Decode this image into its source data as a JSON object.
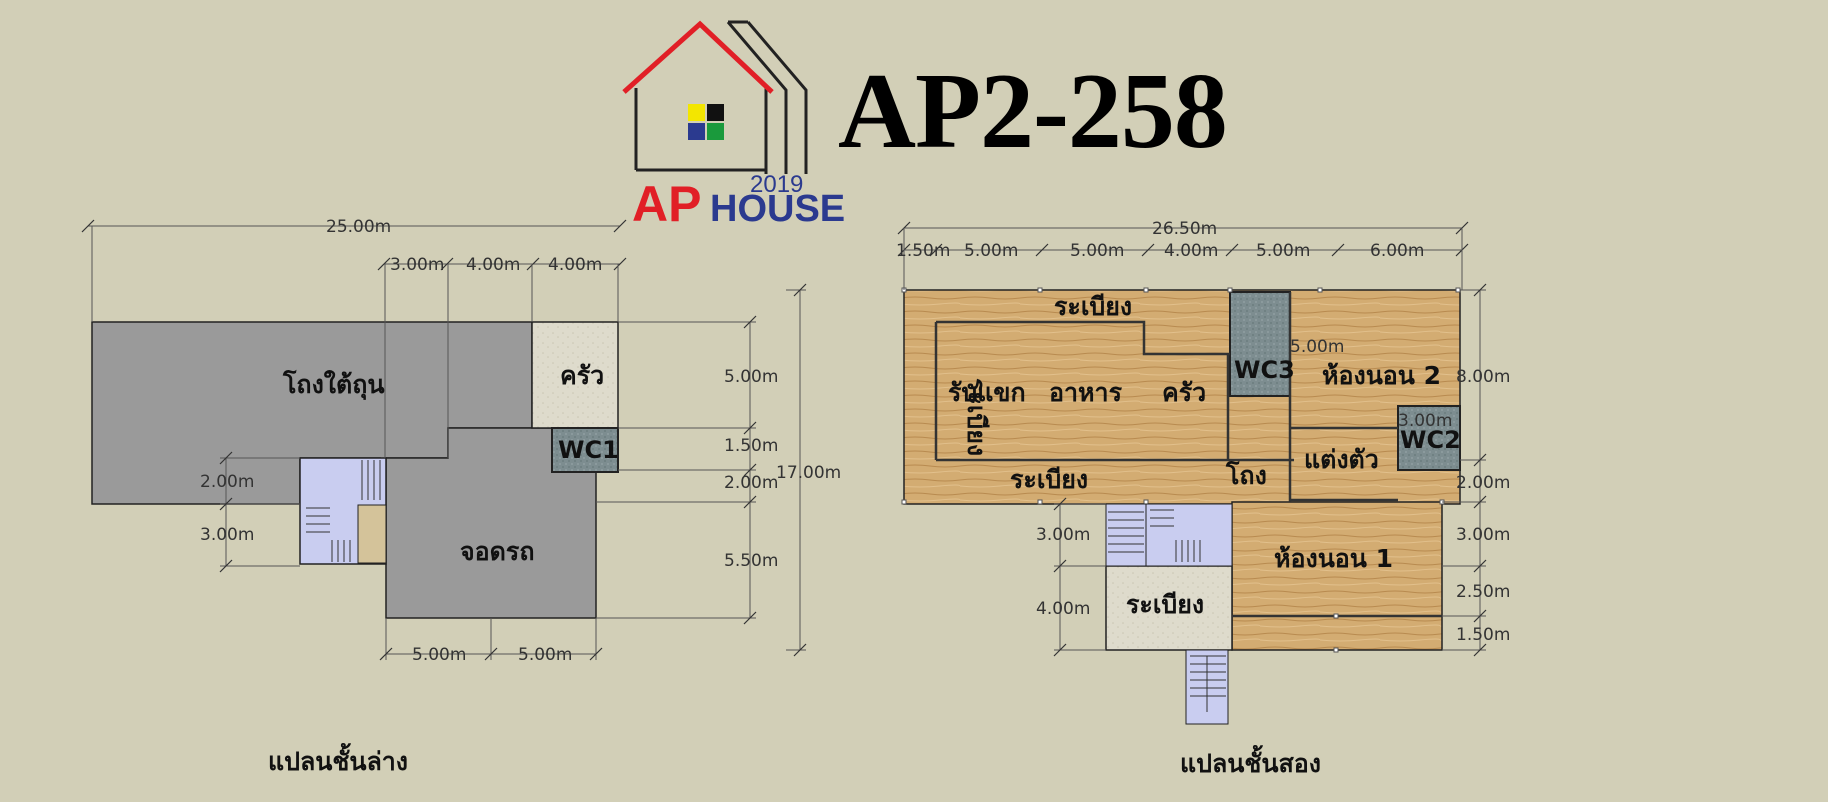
{
  "header": {
    "plan_code": "AP2-258",
    "brand": "AP HOUSE",
    "brand_ap": "AP",
    "brand_house": "HOUSE",
    "brand_year": "2019",
    "colors": {
      "roof_red": "#e11f26",
      "brand_blue": "#2b3a8f",
      "win_yellow": "#f3e600",
      "win_black": "#111111",
      "win_blue": "#2b3a8f",
      "win_green": "#1a9a3c"
    }
  },
  "lower_plan": {
    "caption": "แปลนชั้นล่าง",
    "rooms": {
      "open_area": "โถงใต้ถุน",
      "kitchen": "ครัว",
      "wc1": "WC1",
      "carport": "จอดรถ"
    },
    "dims": {
      "overall_width": "25.00m",
      "top_a": "3.00m",
      "top_b": "4.00m",
      "top_c": "4.00m",
      "left_a": "2.00m",
      "left_b": "3.00m",
      "right_a": "5.00m",
      "right_b": "1.50m",
      "right_c": "2.00m",
      "right_d": "5.50m",
      "overall_depth": "17.00m",
      "bottom_a": "5.00m",
      "bottom_b": "5.00m"
    },
    "colors": {
      "floor": "#999999",
      "kitchen": "#dcd9cb",
      "wc": "#7b8b8d",
      "stair": "#c9cdf0"
    }
  },
  "upper_plan": {
    "caption": "แปลนชั้นสอง",
    "rooms": {
      "terrace_top": "ระเบียง",
      "terrace_left": "ระเบียง",
      "living": "รับแขก",
      "dining": "อาหาร",
      "kitchen": "ครัว",
      "terrace_mid": "ระเบียง",
      "hall": "โถง",
      "wc3": "WC3",
      "bedroom2": "ห้องนอน 2",
      "wc2": "WC2",
      "dressing": "แต่งตัว",
      "bedroom1": "ห้องนอน 1",
      "terrace_bottom": "ระเบียง"
    },
    "dims": {
      "overall_width": "26.50m",
      "top_a": "1.50m",
      "top_b": "5.00m",
      "top_c": "5.00m",
      "top_d": "4.00m",
      "top_e": "5.00m",
      "top_f": "6.00m",
      "inner_a": "5.00m",
      "inner_b": "3.00m",
      "right_a": "8.00m",
      "right_b": "2.00m",
      "right_c": "3.00m",
      "right_d": "2.50m",
      "right_e": "1.50m",
      "left_a": "3.00m",
      "left_b": "4.00m"
    },
    "colors": {
      "wood": "#d2ab70",
      "wc": "#7b8b8d",
      "terrace_tile": "#dcd9cb",
      "stair": "#c9cdf0"
    }
  }
}
